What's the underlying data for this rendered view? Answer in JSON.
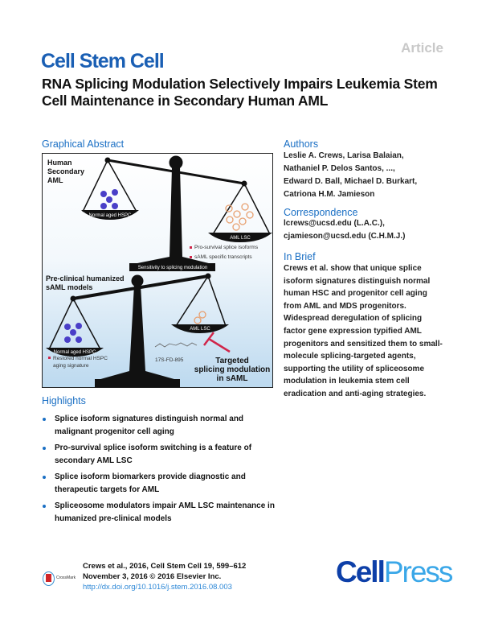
{
  "header": {
    "article_label": "Article",
    "journal": "Cell Stem Cell",
    "title": "RNA Splicing Modulation Selectively Impairs Leukemia Stem Cell Maintenance in Secondary Human AML"
  },
  "graphical_abstract": {
    "heading": "Graphical Abstract",
    "labels": {
      "top_title_1": "Human",
      "top_title_2": "Secondary",
      "top_title_3": "AML",
      "normal_hspc": "Normal aged HSPC",
      "aml_lsc": "AML LSC",
      "bullet_1": "Pro-survival splice isoforms",
      "bullet_2": "sAML specific transcripts",
      "base": "Sensitivity to splicing modulation",
      "bottom_title_1": "Pre-clinical humanized",
      "bottom_title_2": "sAML models",
      "normal_hspc_2": "Normal aged HSPC",
      "aml_lsc_2": "AML LSC",
      "bullet_3": "Restored normal HSPC",
      "bullet_3b": "aging signature",
      "compound": "17S-FD-895",
      "targeted_1": "Targeted",
      "targeted_2": "splicing modulation",
      "targeted_3": "in sAML"
    },
    "colors": {
      "normal_cells": "#4a3fc8",
      "lsc_cells": "#e8a070",
      "bullet": "#d0264a",
      "inhibitor": "#d0264a"
    }
  },
  "authors": {
    "heading": "Authors",
    "lines": [
      "Leslie A. Crews, Larisa Balaian,",
      "Nathaniel P. Delos Santos, ...,",
      "Edward D. Ball, Michael D. Burkart,",
      "Catriona H.M. Jamieson"
    ]
  },
  "correspondence": {
    "heading": "Correspondence",
    "lines": [
      "lcrews@ucsd.edu (L.A.C.),",
      "cjamieson@ucsd.edu (C.H.M.J.)"
    ]
  },
  "in_brief": {
    "heading": "In Brief",
    "lines": [
      "Crews et al. show that unique splice",
      "isoform signatures distinguish normal",
      "human HSC and progenitor cell aging",
      "from AML and MDS progenitors.",
      "Widespread deregulation of splicing",
      "factor gene expression typified AML",
      "progenitors and sensitized them to small-",
      "molecule splicing-targeted agents,",
      "supporting the utility of spliceosome",
      "modulation in leukemia stem cell",
      "eradication and anti-aging strategies."
    ]
  },
  "highlights": {
    "heading": "Highlights",
    "items": [
      "Splice isoform signatures distinguish normal and malignant progenitor cell aging",
      "Pro-survival splice isoform switching is a feature of secondary AML LSC",
      "Splice isoform biomarkers provide diagnostic and therapeutic targets for AML",
      "Spliceosome modulators impair AML LSC maintenance in humanized pre-clinical models"
    ]
  },
  "footer": {
    "citation": "Crews et al., 2016, Cell Stem Cell 19, 599–612",
    "date": "November 3, 2016 © 2016 Elsevier Inc.",
    "doi": "http://dx.doi.org/10.1016/j.stem.2016.08.003",
    "crossmark": "CrossMark",
    "publisher_cell": "Cell",
    "publisher_press": "Press",
    "colors": {
      "cell": "#0d3fa8",
      "press": "#3aa7e8"
    }
  }
}
